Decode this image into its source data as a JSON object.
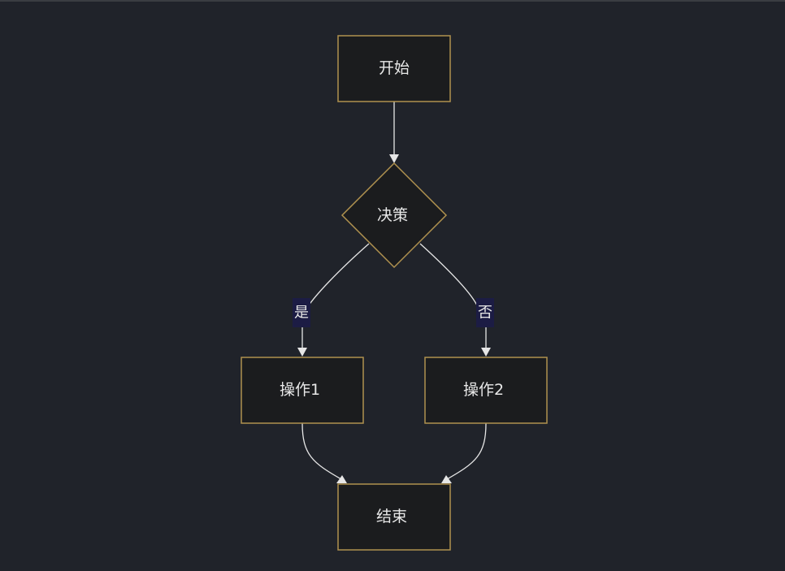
{
  "diagram": {
    "type": "flowchart",
    "colors": {
      "background": "#20232a",
      "node_fill": "#1b1c1e",
      "node_stroke": "#b0924f",
      "edge": "#e6e6e6",
      "text": "#e8e8e8",
      "edge_label_bg": "#1c1c44"
    },
    "nodes": {
      "start": {
        "label": "开始",
        "shape": "rect"
      },
      "decision": {
        "label": "决策",
        "shape": "diamond"
      },
      "op1": {
        "label": "操作1",
        "shape": "rect"
      },
      "op2": {
        "label": "操作2",
        "shape": "rect"
      },
      "end": {
        "label": "结束",
        "shape": "rect"
      }
    },
    "edges": [
      {
        "from": "start",
        "to": "decision",
        "label": ""
      },
      {
        "from": "decision",
        "to": "op1",
        "label": "是"
      },
      {
        "from": "decision",
        "to": "op2",
        "label": "否"
      },
      {
        "from": "op1",
        "to": "end",
        "label": ""
      },
      {
        "from": "op2",
        "to": "end",
        "label": ""
      }
    ]
  }
}
